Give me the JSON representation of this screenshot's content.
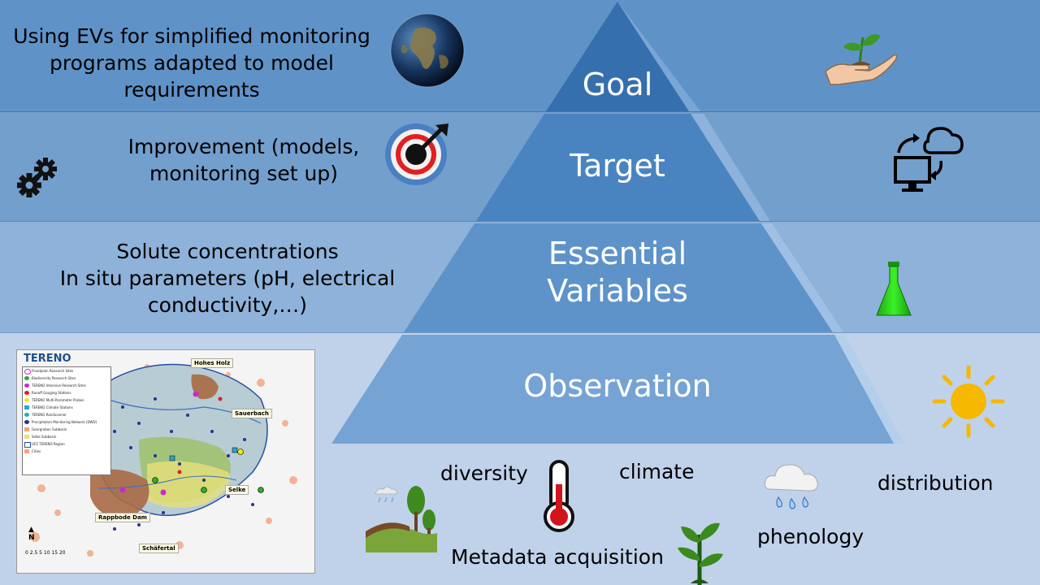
{
  "pyramid": {
    "tiers": [
      {
        "id": "goal",
        "label": "Goal"
      },
      {
        "id": "target",
        "label": "Target"
      },
      {
        "id": "essential",
        "label": "Essential\nVariables"
      },
      {
        "id": "observation",
        "label": "Observation"
      }
    ]
  },
  "rows": {
    "goal": {
      "text": "Using EVs for simplified monitoring programs adapted to model requirements",
      "icons": [
        "globe-icon",
        "hand-plant-icon"
      ]
    },
    "target": {
      "text": "Improvement (models, monitoring set up)",
      "icons": [
        "gears-icon",
        "target-icon",
        "computer-cloud-sync-icon"
      ]
    },
    "essential": {
      "line1": "Solute concentrations",
      "line2": "In situ parameters (pH, electrical",
      "line3": "conductivity,…)",
      "icons": [
        "flask-icon"
      ]
    },
    "observation": {
      "words": {
        "diversity": "diversity",
        "climate": "climate",
        "distribution": "distribution",
        "phenology": "phenology",
        "metadata": "Metadata acquisition"
      },
      "icons": [
        "sun-icon",
        "landscape-icon",
        "thermometer-icon",
        "rain-cloud-icon",
        "plant-icon"
      ]
    }
  },
  "map": {
    "title": "TERENO",
    "legend": [
      "Floodplain Research Sites",
      "Biodiversity Research Sites",
      "TERENO Intensive Research Sites",
      "Runoff Gauging Stations",
      "TERENO Multi-Parameter Probes",
      "TERENO Climate Stations",
      "TERENO RainScanner",
      "Precipitation Monitoring Network (DWD)",
      "Georgraben Subbasin",
      "Selke Subbasin",
      "UFZ TERENO Region",
      "Cities"
    ],
    "callouts": {
      "hohes_holz": "Hohes Holz",
      "sauerbach": "Sauerbach",
      "selke": "Selke",
      "rappbode": "Rappbode Dam",
      "schaefertal": "Schäfertal"
    },
    "scale": "0 2.5 5    10    15    20",
    "north": "N"
  },
  "colors": {
    "band1": "#5f93c8",
    "band2": "#739fcd",
    "band3": "#8eb2d9",
    "band4": "#c0d2ea",
    "pyramid_top": "#3a78b6",
    "pyramid_bottom": "#8db3de",
    "tier_text": "#ffffff"
  }
}
